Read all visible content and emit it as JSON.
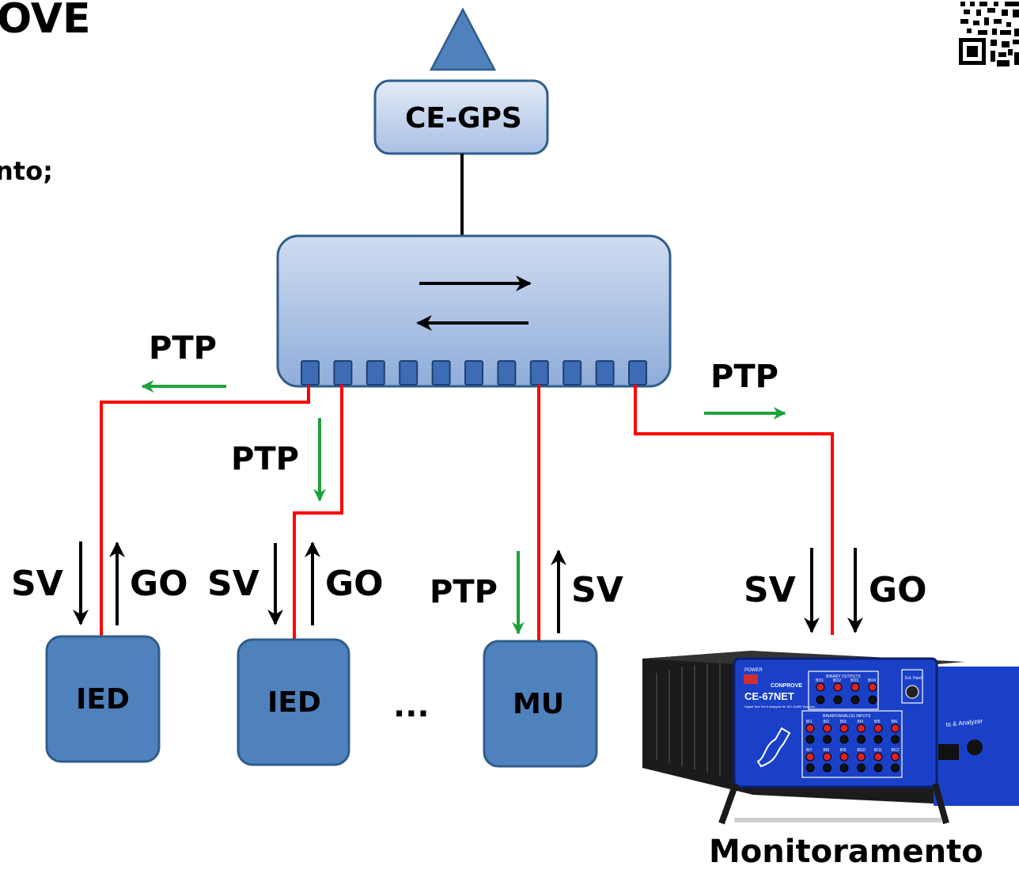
{
  "header": {
    "title_fragment": "OVE",
    "side_fragment": "nto;"
  },
  "gps": {
    "label": "CE-GPS"
  },
  "links": {
    "ptp": "PTP",
    "sv": "SV",
    "go": "GO"
  },
  "devices": {
    "ied_1": "IED",
    "ied_2": "IED",
    "ellipsis": "...",
    "mu": "MU"
  },
  "monitor": {
    "caption": "Monitoramento",
    "brand": "CONPROVE",
    "model": "CE-67NET",
    "subtitle": "Digital Test Set & Analyzer for IEC 61850 Systems",
    "binary_outputs": "BINARY OUTPUTS",
    "binary_analog_inputs": "BINARY/ANALOG INPUTS",
    "power": "POWER",
    "ext_hard": "Ext. Hard",
    "side_text": "ts & Analyzer",
    "bo": [
      "BO1",
      "BO2",
      "BO3",
      "BO4"
    ],
    "bi_top": [
      "BI1",
      "BI2",
      "BI3",
      "BI4",
      "BI5",
      "BI6"
    ],
    "bi_bottom": [
      "BI7",
      "BI8",
      "BI9",
      "BI10",
      "BI11",
      "BI12"
    ]
  },
  "colors": {
    "box_fill": "#4f81bd",
    "box_stroke": "#2f5d8a",
    "link_red": "#ff0000",
    "ptp_green": "#1ea23c",
    "device_blue": "#1a40c8"
  }
}
